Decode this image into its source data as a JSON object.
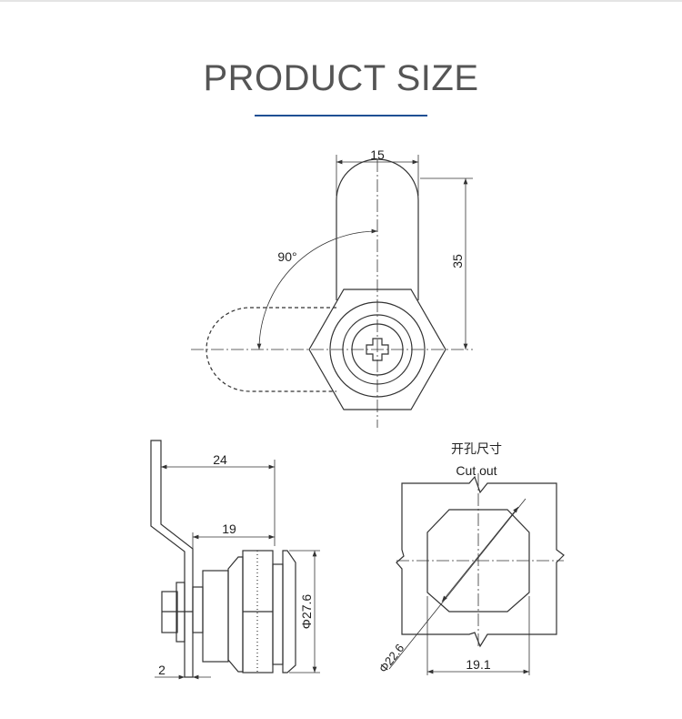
{
  "header": {
    "title": "PRODUCT SIZE"
  },
  "colors": {
    "accent": "#1f4f94",
    "title": "#555555",
    "line": "#333333"
  },
  "front_view": {
    "width_dim": "15",
    "height_dim": "35",
    "angle": "90°"
  },
  "side_view": {
    "overall_dim": "24",
    "body_dim": "19",
    "diameter_dim": "Φ27.6",
    "bracket_dim": "2"
  },
  "cutout": {
    "label_cn": "开孔尺寸",
    "label_en": "Cut out",
    "width_dim": "19.1",
    "diameter_dim": "Φ22.6"
  }
}
